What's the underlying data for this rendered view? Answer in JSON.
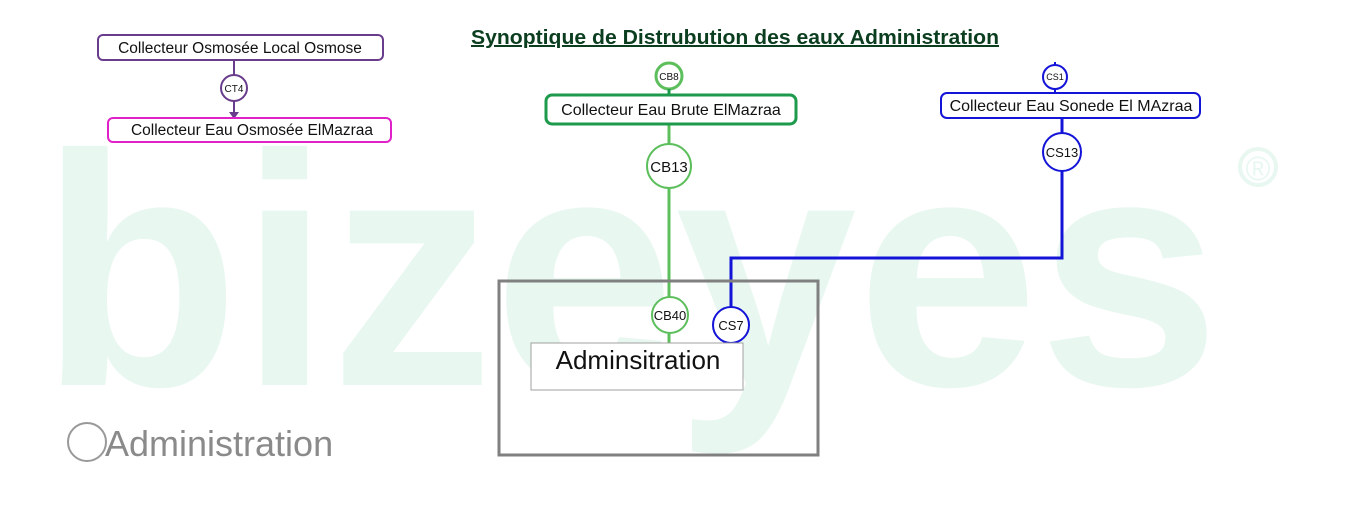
{
  "title": "Synoptique de Distrubution des eaux Administration",
  "watermark": {
    "text": "bizeyes",
    "registered": "®",
    "color": "#e8f7f0"
  },
  "colors": {
    "osmose": "#6a3c8c",
    "osmose_box": "#e020c8",
    "brute": "#1e9a4c",
    "brute_light": "#5cbf5c",
    "sonede": "#1414d8",
    "frame": "#808080",
    "title": "#0b3d1f"
  },
  "collectors": {
    "osmose_local": "Collecteur Osmosée  Local Osmose",
    "osmose_elmazraa": "Collecteur Eau Osmosée ElMazraa",
    "brute": "Collecteur Eau Brute ElMazraa",
    "sonede": "Collecteur Eau Sonede El MAzraa"
  },
  "counters": {
    "ct4": "CT4",
    "cb8": "CB8",
    "cb13": "CB13",
    "cb40": "CB40",
    "cs1": "CS1",
    "cs13": "CS13",
    "cs7": "CS7"
  },
  "zone": {
    "label": "Adminsitration"
  },
  "legend": {
    "label": "Administration"
  }
}
